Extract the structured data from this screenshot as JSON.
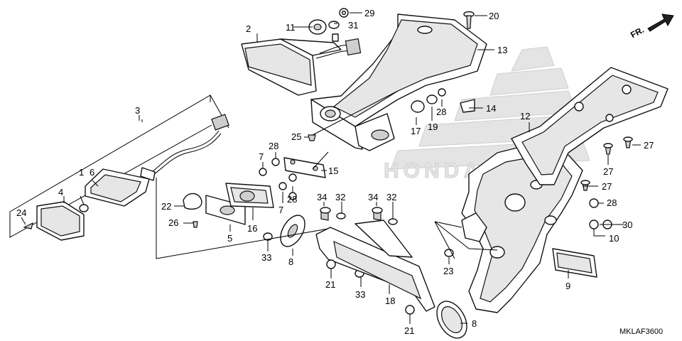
{
  "direction_label": "FR.",
  "diagram_code": "MKLAF3600",
  "watermark_text": "HONDA",
  "callouts": [
    {
      "id": "c1",
      "text": "1"
    },
    {
      "id": "c2",
      "text": "2"
    },
    {
      "id": "c3",
      "text": "3"
    },
    {
      "id": "c4",
      "text": "4"
    },
    {
      "id": "c5",
      "text": "5"
    },
    {
      "id": "c6",
      "text": "6"
    },
    {
      "id": "c7a",
      "text": "7"
    },
    {
      "id": "c7b",
      "text": "7"
    },
    {
      "id": "c8a",
      "text": "8"
    },
    {
      "id": "c8b",
      "text": "8"
    },
    {
      "id": "c9",
      "text": "9"
    },
    {
      "id": "c10",
      "text": "10"
    },
    {
      "id": "c11",
      "text": "11"
    },
    {
      "id": "c12",
      "text": "12"
    },
    {
      "id": "c13",
      "text": "13"
    },
    {
      "id": "c14",
      "text": "14"
    },
    {
      "id": "c15",
      "text": "15"
    },
    {
      "id": "c16",
      "text": "16"
    },
    {
      "id": "c17",
      "text": "17"
    },
    {
      "id": "c18",
      "text": "18"
    },
    {
      "id": "c19",
      "text": "19"
    },
    {
      "id": "c20",
      "text": "20"
    },
    {
      "id": "c21a",
      "text": "21"
    },
    {
      "id": "c21b",
      "text": "21"
    },
    {
      "id": "c22",
      "text": "22"
    },
    {
      "id": "c23",
      "text": "23"
    },
    {
      "id": "c24",
      "text": "24"
    },
    {
      "id": "c25",
      "text": "25"
    },
    {
      "id": "c26",
      "text": "26"
    },
    {
      "id": "c27a",
      "text": "27"
    },
    {
      "id": "c27b",
      "text": "27"
    },
    {
      "id": "c27c",
      "text": "27"
    },
    {
      "id": "c28a",
      "text": "28"
    },
    {
      "id": "c28b",
      "text": "28"
    },
    {
      "id": "c28c",
      "text": "28"
    },
    {
      "id": "c28d",
      "text": "28"
    },
    {
      "id": "c29",
      "text": "29"
    },
    {
      "id": "c30",
      "text": "30"
    },
    {
      "id": "c31",
      "text": "31"
    },
    {
      "id": "c32a",
      "text": "32"
    },
    {
      "id": "c32b",
      "text": "32"
    },
    {
      "id": "c33a",
      "text": "33"
    },
    {
      "id": "c33b",
      "text": "33"
    },
    {
      "id": "c34a",
      "text": "34"
    },
    {
      "id": "c34b",
      "text": "34"
    }
  ]
}
